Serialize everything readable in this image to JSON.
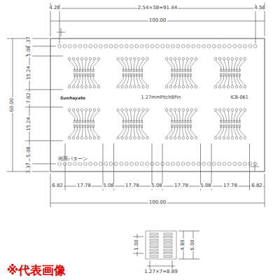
{
  "diagram": {
    "labels": [
      "4.28",
      "2.54×38=91.44",
      "4.58",
      "100.00",
      "3.37",
      "5.08",
      "15.24",
      "7.62",
      "60.00",
      "15.24",
      "5.08",
      "3.37",
      "Sunhayato",
      "1.27mmPitch8Pin",
      "ICB-061",
      "両面パターン",
      "6.82",
      "17.78",
      "5.08",
      "17.78",
      "5.08",
      "17.78",
      "5.08",
      "17.78",
      "6.82",
      "100.00",
      "1.00",
      "4.80",
      "6.00",
      "1.27×7=8.89",
      "※代表画像"
    ]
  }
}
